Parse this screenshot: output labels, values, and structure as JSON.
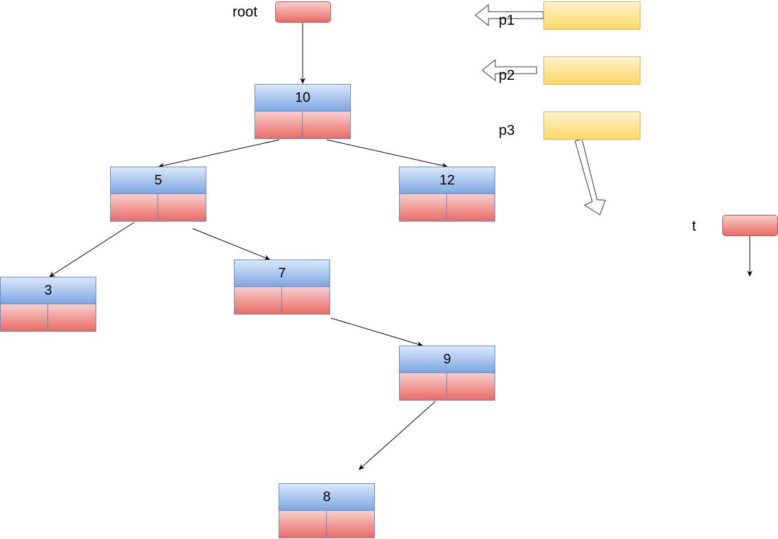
{
  "labels": {
    "root": "root",
    "p1": "p1",
    "p2": "p2",
    "p3": "p3",
    "t": "t"
  },
  "nodes": [
    {
      "id": "n10",
      "value": "10"
    },
    {
      "id": "n5",
      "value": "5"
    },
    {
      "id": "n12",
      "value": "12"
    },
    {
      "id": "n3",
      "value": "3"
    },
    {
      "id": "n7",
      "value": "7"
    },
    {
      "id": "n9",
      "value": "9"
    },
    {
      "id": "n8",
      "value": "8"
    }
  ],
  "edges": [
    {
      "from": "root",
      "to": "10"
    },
    {
      "from": "10",
      "to": "5"
    },
    {
      "from": "10",
      "to": "12"
    },
    {
      "from": "5",
      "to": "3"
    },
    {
      "from": "5",
      "to": "7"
    },
    {
      "from": "7",
      "to": "9"
    },
    {
      "from": "9",
      "to": "8"
    }
  ],
  "colors": {
    "node_value_fill": "#dae8fc",
    "node_value_stroke": "#6c8ebf",
    "node_child_fill": "#f8cecc",
    "pointer_fill": "#f8cecc",
    "pointer_stroke": "#b85450",
    "stack_fill": "#fff2cc",
    "stack_stroke": "#d6b656"
  }
}
